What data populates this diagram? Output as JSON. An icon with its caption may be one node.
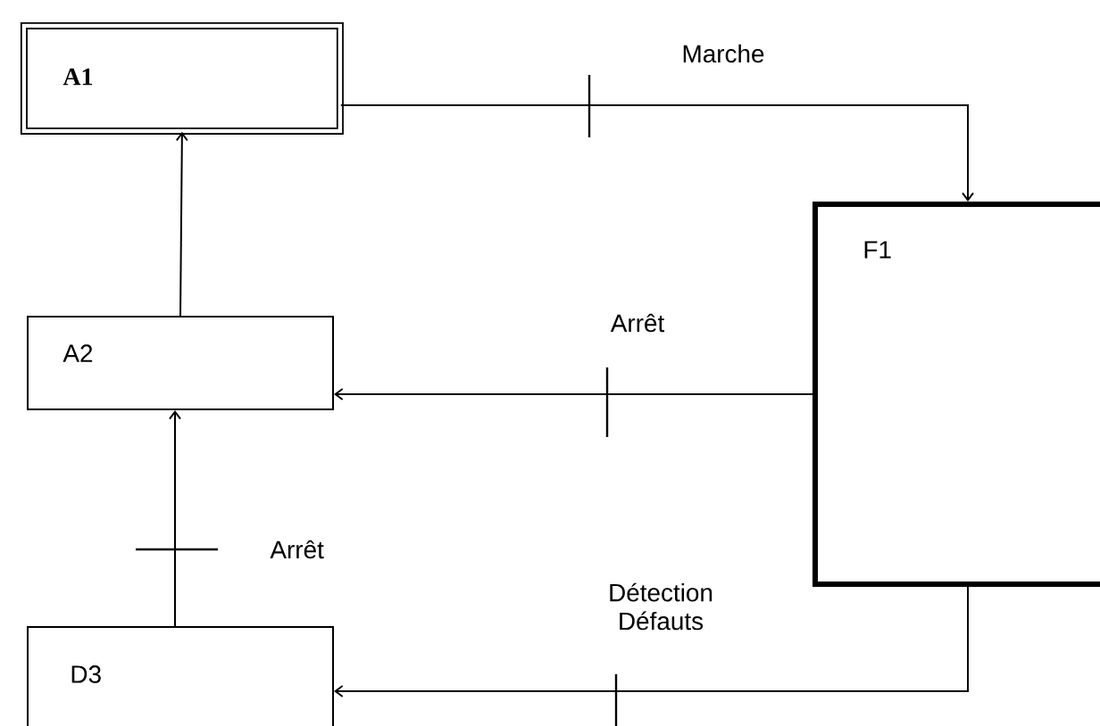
{
  "diagram": {
    "nodes": [
      {
        "text": [
          "A1"
        ]
      },
      {
        "text": [
          "A2"
        ]
      },
      {
        "text": [
          "D3"
        ]
      },
      {
        "text": [
          "F1"
        ]
      }
    ],
    "edges": [
      {
        "from": 0,
        "to": 3,
        "arrow": "to",
        "label": "Marche"
      },
      {
        "from": 3,
        "to": 1,
        "arrow": "to",
        "label": "Arrêt"
      },
      {
        "from": 1,
        "to": 0,
        "arrow": "to"
      },
      {
        "from": 2,
        "to": 1,
        "arrow": "to",
        "label": "Arrêt"
      },
      {
        "from": 3,
        "to": 2,
        "arrow": "to",
        "label": "Détection Défauts"
      }
    ]
  }
}
